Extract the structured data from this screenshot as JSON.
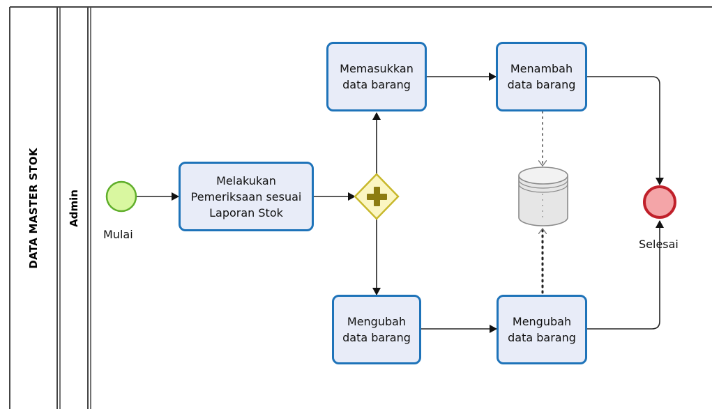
{
  "pool": {
    "label": "DATA MASTER STOK"
  },
  "lane": {
    "label": "Admin"
  },
  "start_event": {
    "label": "Mulai",
    "fill": "#d9f7a0",
    "stroke": "#5fae2a"
  },
  "end_event": {
    "label": "Selesai",
    "fill": "#f4a5a8",
    "stroke": "#c0202a"
  },
  "gateway": {
    "type": "parallel",
    "fill": "#fbf6c2",
    "stroke": "#c8b82c",
    "icon": "plus-icon"
  },
  "tasks": {
    "check": "Melakukan\nPemeriksaan sesuai\nLaporan Stok",
    "input": "Memasukkan\ndata barang",
    "add": "Menambah\ndata barang",
    "edit_left": "Mengubah\ndata barang",
    "edit_right": "Mengubah\ndata barang"
  },
  "data_store": {
    "icon": "database-icon"
  },
  "colors": {
    "task_border": "#1e73b9",
    "task_fill": "#e8ecf8",
    "line": "#222222"
  }
}
